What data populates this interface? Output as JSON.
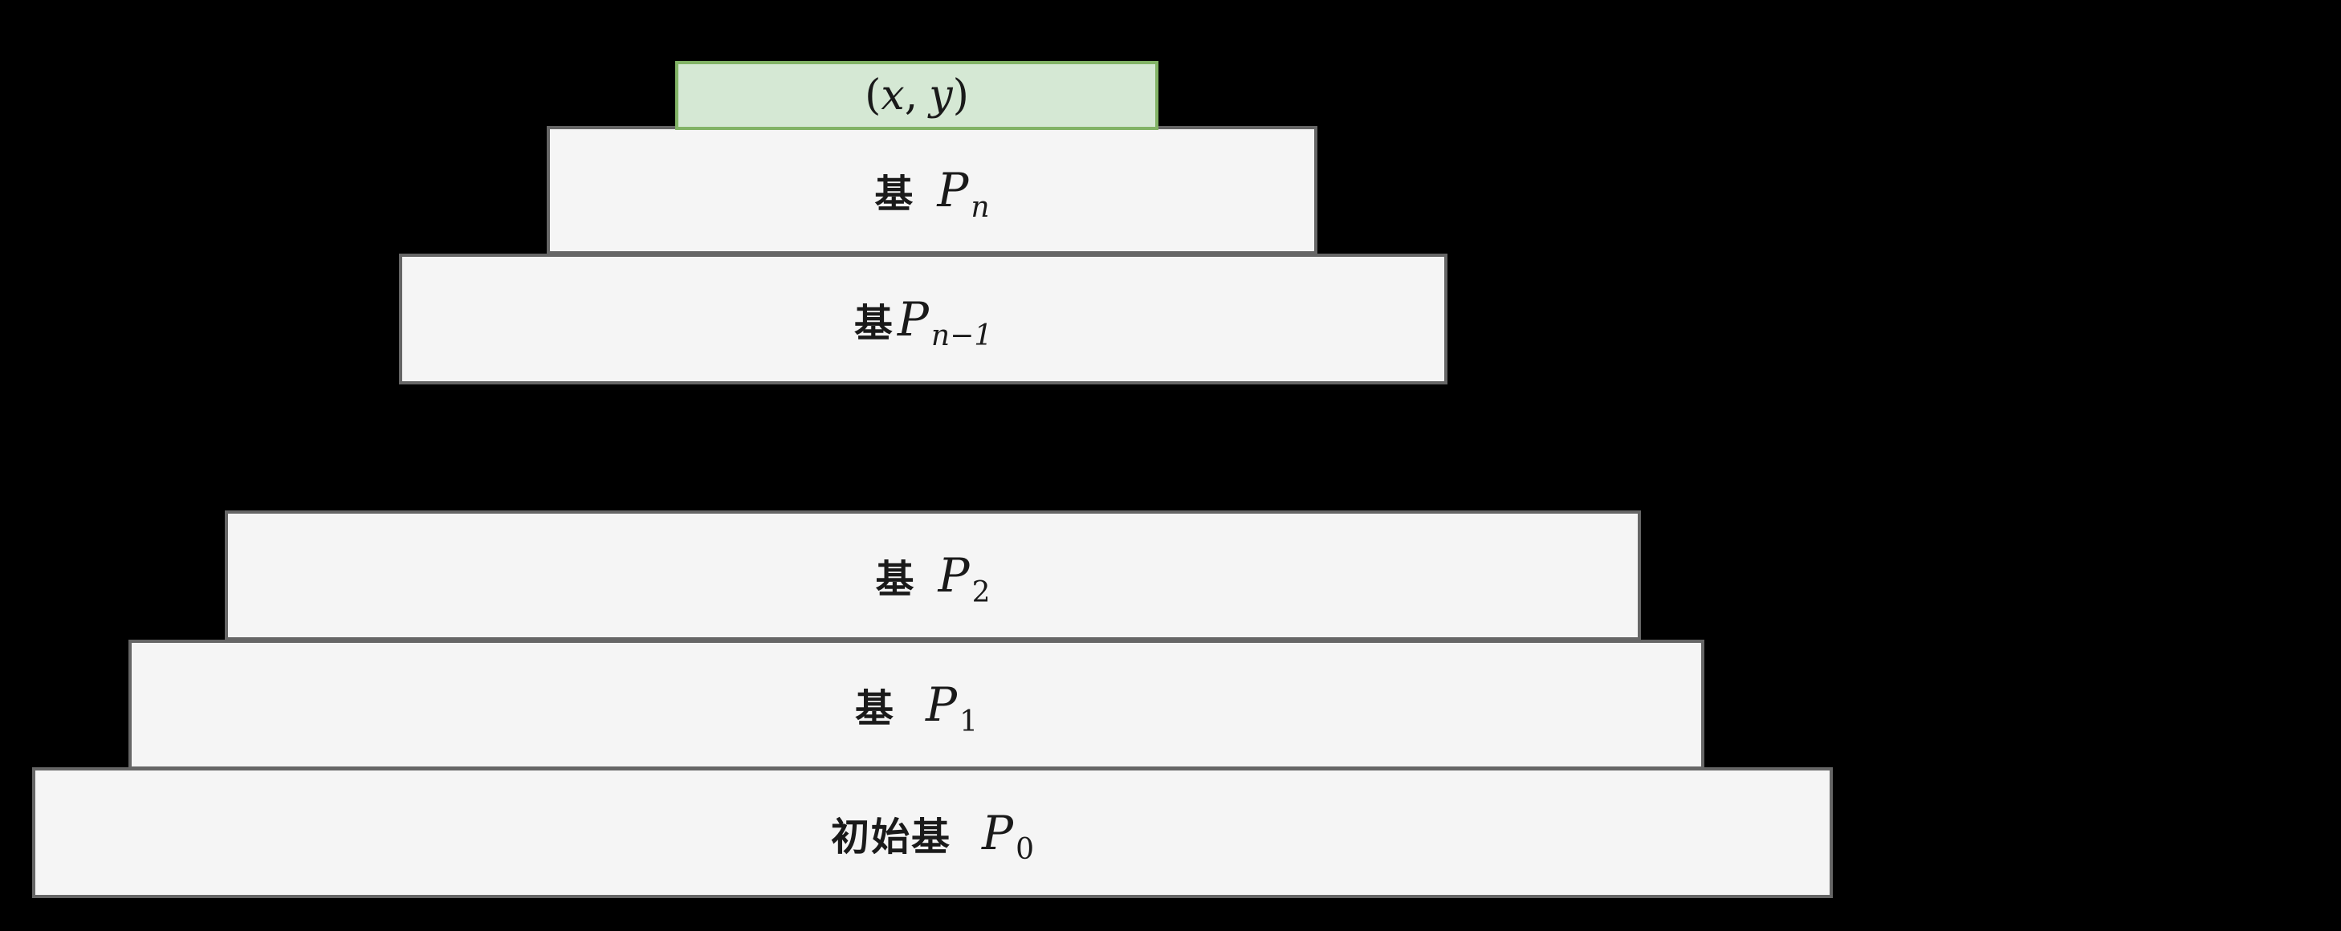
{
  "diagram": {
    "description": "layered basis pyramid",
    "colors": {
      "background": "#000000",
      "layer_fill": "#f5f5f5",
      "layer_border": "#666666",
      "point_fill": "#d5e8d4",
      "point_border": "#82b366",
      "text": "#1a1a1a"
    },
    "point_box": {
      "open_paren": "(",
      "x": "x",
      "comma": ",",
      "y": "y",
      "close_paren": ")"
    },
    "layers": [
      {
        "prefix": "基",
        "symbol": "P",
        "subscript": "n"
      },
      {
        "prefix": "基",
        "symbol": "P",
        "subscript": "n−1"
      },
      {
        "prefix": "基",
        "symbol": "P",
        "subscript": "2"
      },
      {
        "prefix": "基",
        "symbol": "P",
        "subscript": "1"
      },
      {
        "prefix": "初始基",
        "symbol": "P",
        "subscript": "0"
      }
    ]
  }
}
